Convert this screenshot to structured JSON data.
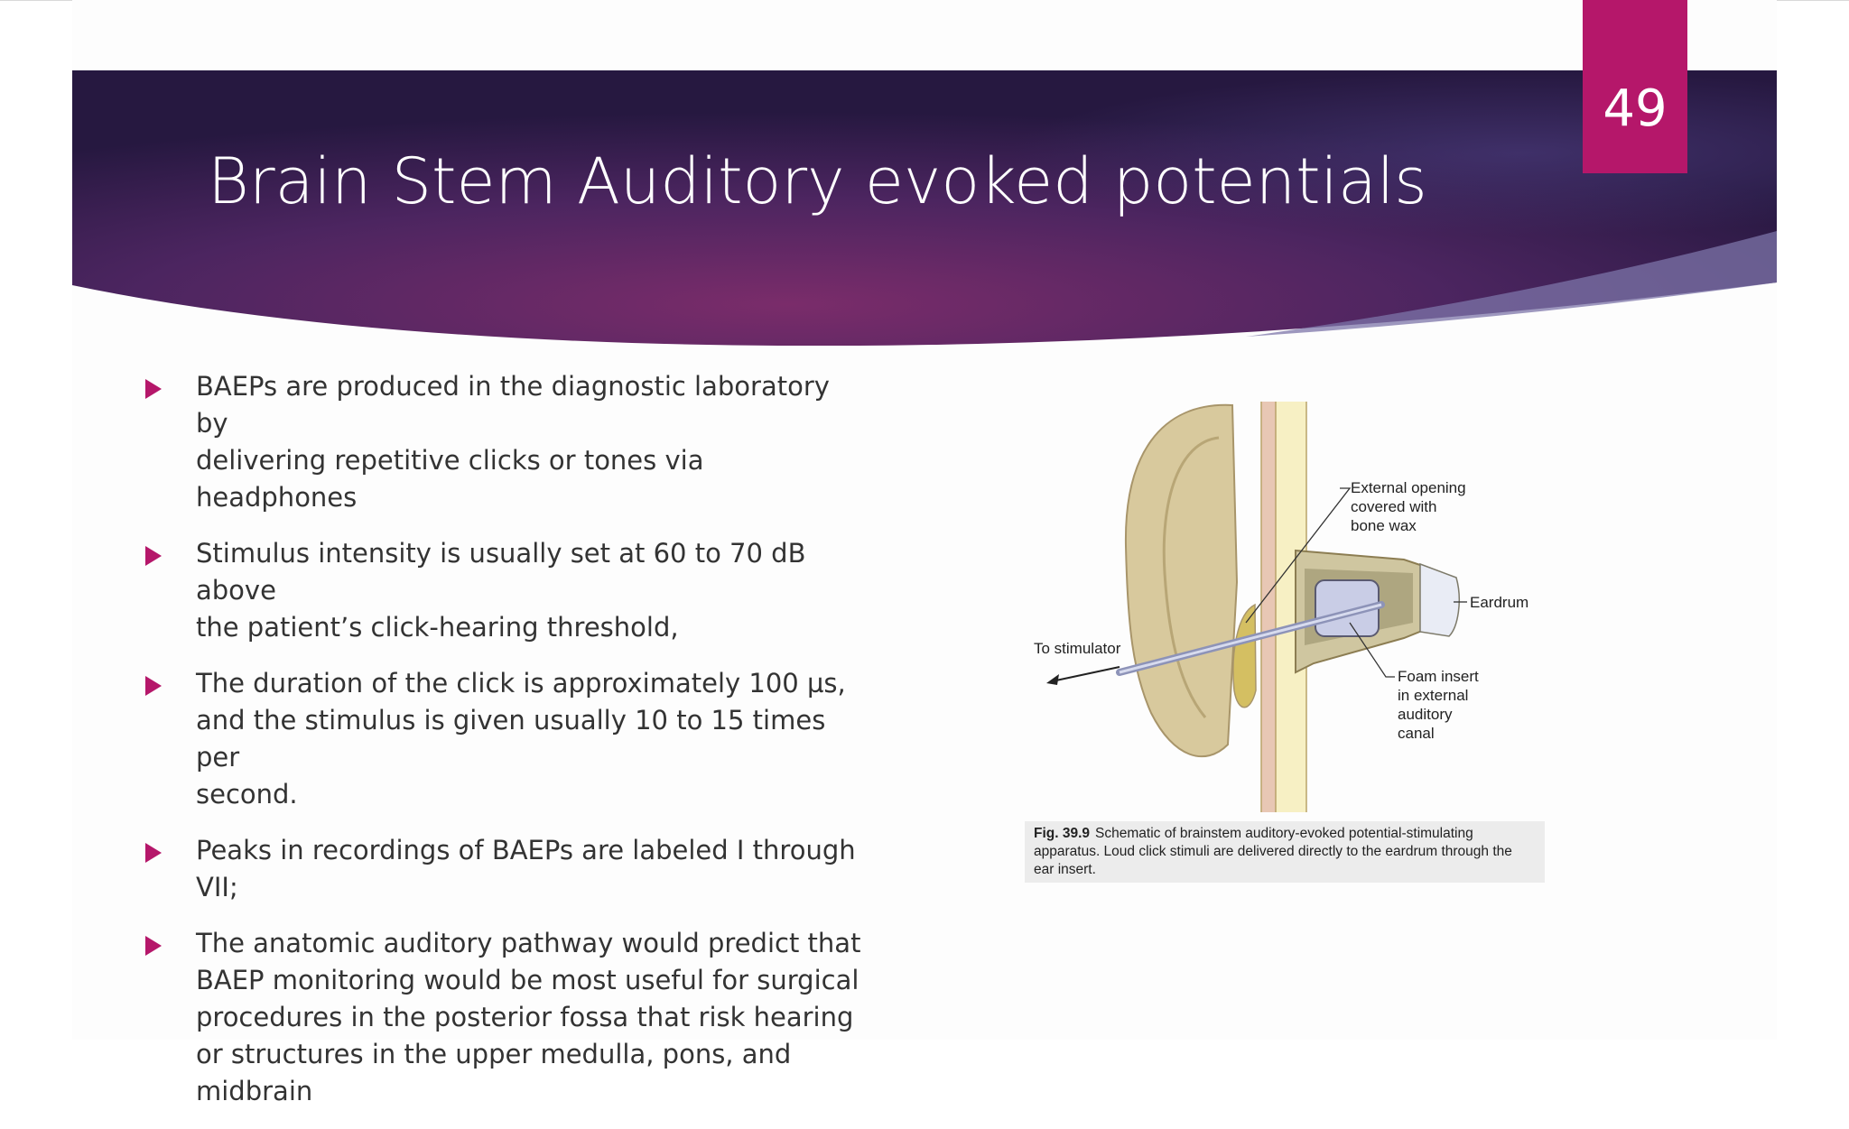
{
  "slide": {
    "title": "Brain Stem Auditory evoked potentials",
    "page_number": "49",
    "accent_color": "#b5176a",
    "banner_colors": [
      "#2b1848",
      "#6a2a65"
    ]
  },
  "bullets": [
    {
      "text": "BAEPs are produced in the diagnostic laboratory by\ndelivering repetitive clicks or tones via headphones"
    },
    {
      "text": "Stimulus intensity is usually set at 60 to 70 dB above\nthe patient’s click-hearing threshold,"
    },
    {
      "text": "The duration of the click is approximately 100 µs,\nand the stimulus is given usually 10 to 15 times per\nsecond."
    },
    {
      "text": "Peaks in recordings of BAEPs are labeled I through\nVII;"
    },
    {
      "text": " The anatomic auditory pathway would predict that\nBAEP monitoring would be most useful for surgical\nprocedures in the posterior fossa that risk hearing\nor structures in the upper medulla, pons, and\nmidbrain"
    }
  ],
  "figure": {
    "labels": {
      "external_opening_1": "External opening",
      "external_opening_2": "covered with",
      "external_opening_3": "bone wax",
      "eardrum": "Eardrum",
      "to_stimulator": "To stimulator",
      "foam_1": "Foam insert",
      "foam_2": "in external",
      "foam_3": "auditory",
      "foam_4": "canal"
    },
    "caption_label": "Fig. 39.9",
    "caption_text": "Schematic of brainstem auditory-evoked potential-stimulating apparatus. Loud click stimuli are delivered directly to the eardrum through the ear insert."
  }
}
